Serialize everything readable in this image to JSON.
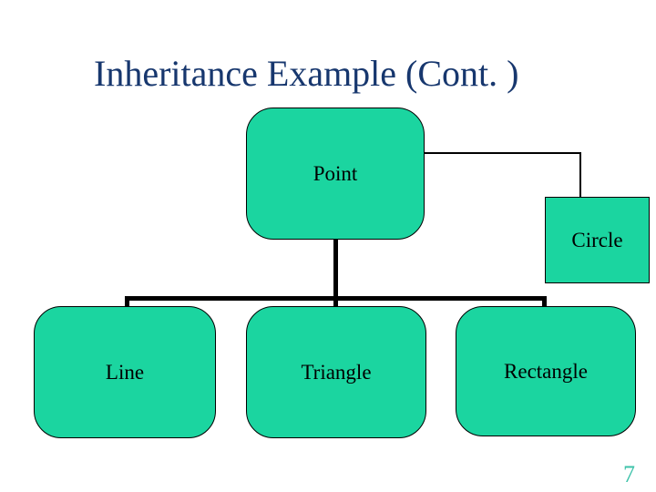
{
  "slide": {
    "title": "Inheritance Example (Cont. )",
    "page_number": "7"
  },
  "diagram": {
    "nodes": [
      {
        "id": "point",
        "label": "Point",
        "shape": "rounded-rectangle",
        "role": "superclass"
      },
      {
        "id": "circle",
        "label": "Circle",
        "shape": "rectangle",
        "role": "subclass"
      },
      {
        "id": "line",
        "label": "Line",
        "shape": "rounded-rectangle",
        "role": "subclass"
      },
      {
        "id": "triangle",
        "label": "Triangle",
        "shape": "rounded-rectangle",
        "role": "subclass"
      },
      {
        "id": "rectangle",
        "label": "Rectangle",
        "shape": "rounded-rectangle",
        "role": "subclass"
      }
    ],
    "edges": [
      {
        "from": "point",
        "to": "circle",
        "style": "thin-elbow"
      },
      {
        "from": "point",
        "to": "line",
        "style": "thick-elbow"
      },
      {
        "from": "point",
        "to": "triangle",
        "style": "thick-straight"
      },
      {
        "from": "point",
        "to": "rectangle",
        "style": "thick-elbow"
      }
    ]
  },
  "colors": {
    "background": "#FFFFFF",
    "node_fill": "#1BD5A0",
    "node_border": "#000000",
    "node_text": "#000000",
    "title_text": "#17376E",
    "connector": "#000000",
    "page_number": "#3CC2A9"
  }
}
